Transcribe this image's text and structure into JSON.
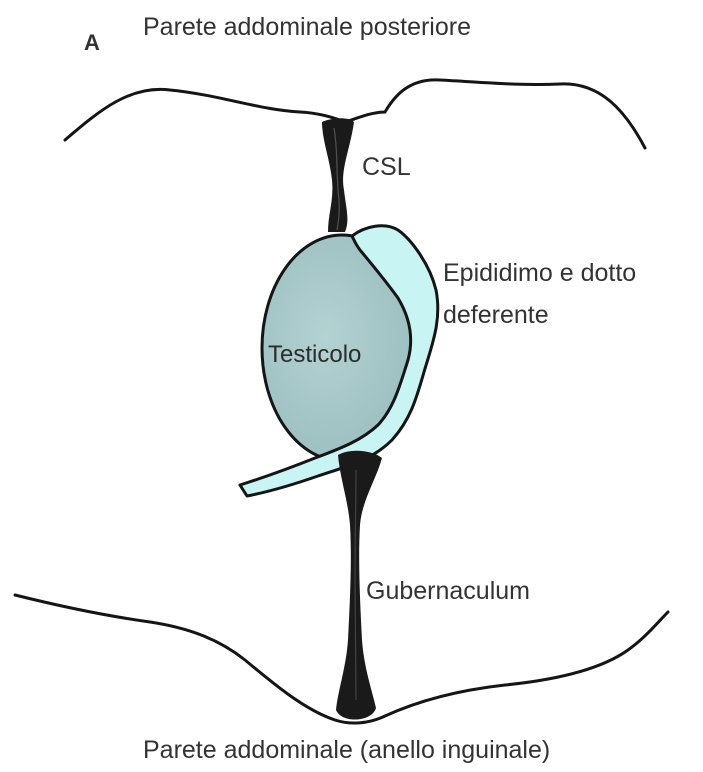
{
  "panel_letter": "A",
  "labels": {
    "top_wall": "Parete addominale posteriore",
    "csl": "CSL",
    "epididymis_line1": "Epididimo e dotto",
    "epididymis_line2": "deferente",
    "testis": "Testicolo",
    "gubernaculum": "Gubernaculum",
    "bottom_wall": "Parete addominale (anello inguinale)"
  },
  "colors": {
    "testis_fill": "#a8c8c8",
    "epididymis_fill": "#c8f4f4",
    "ligament": "#1a1a1a",
    "outline": "#111111"
  }
}
